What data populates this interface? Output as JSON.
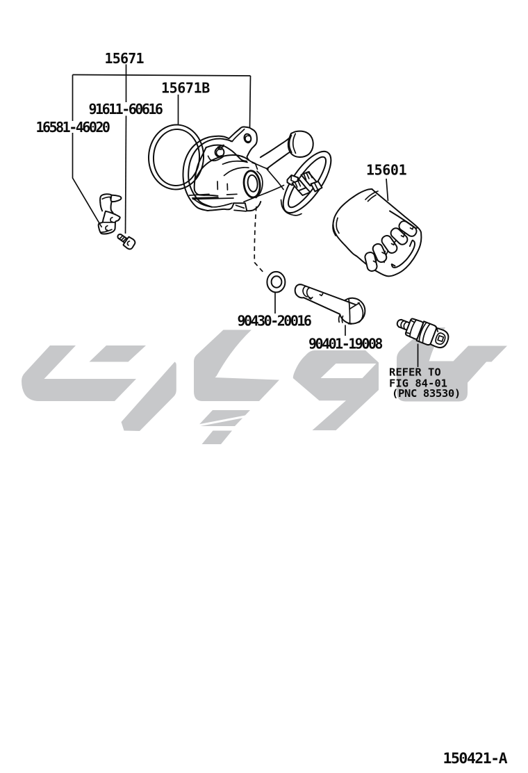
{
  "diagram": {
    "part_labels": [
      {
        "id": "15671",
        "text": "15671"
      },
      {
        "id": "15671B",
        "text": "15671B"
      },
      {
        "id": "91611-60616",
        "text": "91611-60616"
      },
      {
        "id": "16581-46020",
        "text": "16581-46020"
      },
      {
        "id": "15601",
        "text": "15601"
      },
      {
        "id": "90430-20016",
        "text": "90430-20016"
      },
      {
        "id": "90401-19008",
        "text": "90401-19008"
      }
    ],
    "reference_note": {
      "line1": "REFER TO",
      "line2": "FIG 84-01",
      "line3": "(PNC 83530)"
    },
    "figure_code": "150421-A",
    "colors": {
      "line": "#0d0d0d",
      "background": "#ffffff",
      "watermark": "#c7c8ca"
    }
  }
}
